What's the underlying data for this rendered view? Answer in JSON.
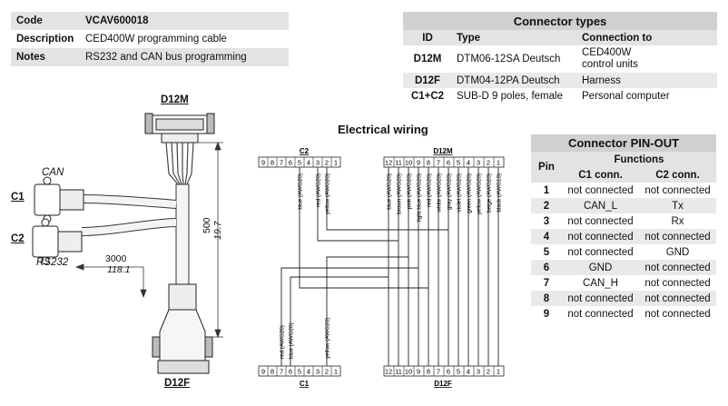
{
  "info": {
    "rows": [
      {
        "key": "Code",
        "value": "VCAV600018"
      },
      {
        "key": "Description",
        "value": "CED400W programming cable"
      },
      {
        "key": "Notes",
        "value": "RS232 and CAN bus programming"
      }
    ]
  },
  "connector_types": {
    "title": "Connector types",
    "headers": [
      "ID",
      "Type",
      "Connection to"
    ],
    "rows": [
      {
        "id": "D12M",
        "type": "DTM06-12SA Deutsch",
        "conn1": "CED400W",
        "conn2": "control units"
      },
      {
        "id": "D12F",
        "type": "DTM04-12PA Deutsch",
        "conn1": "Harness",
        "conn2": ""
      },
      {
        "id": "C1+C2",
        "type": "SUB-D 9 poles, female",
        "conn1": "Personal computer",
        "conn2": ""
      }
    ]
  },
  "drawing": {
    "d12m": "D12M",
    "d12f": "D12F",
    "can": "CAN",
    "c1": "C1",
    "c2": "C2",
    "rs232": "RS232",
    "len_mm": "3000",
    "len_in": "118.1",
    "h_mm": "500",
    "h_in": "19.7"
  },
  "wiring": {
    "title": "Electrical wiring",
    "c2_label": "C2",
    "d12m_label": "D12M",
    "c1_label": "C1",
    "d12f_label": "D12F",
    "c_pins": [
      "9",
      "8",
      "7",
      "6",
      "5",
      "4",
      "3",
      "2",
      "1"
    ],
    "d_pins": [
      "12",
      "11",
      "10",
      "9",
      "8",
      "7",
      "6",
      "5",
      "4",
      "3",
      "2",
      "1"
    ],
    "top_c_wires": [
      "blue (AWG20)",
      "red (AWG20)",
      "yellow (AWG20)"
    ],
    "top_d_wires": [
      "blue (AWG20)",
      "brown (AWG20)",
      "pink (AWG20)",
      "light blue (AWG20)",
      "red (AWG20)",
      "white (AWG20)",
      "gray (AWG20)",
      "violet (AWG20)",
      "green (AWG20)",
      "yellow (AWG20)",
      "beige (AWG20)",
      "black (AWG16)"
    ],
    "bot_c_wires": [
      "red (AWG20)",
      "blue (AWG20)",
      "yellow (AWG20)"
    ]
  },
  "pinout": {
    "title": "Connector PIN-OUT",
    "pin_header": "Pin",
    "functions_header": "Functions",
    "col1": "C1 conn.",
    "col2": "C2 conn.",
    "rows": [
      {
        "pin": "1",
        "c1": "not connected",
        "c2": "not connected"
      },
      {
        "pin": "2",
        "c1": "CAN_L",
        "c2": "Tx"
      },
      {
        "pin": "3",
        "c1": "not connected",
        "c2": "Rx"
      },
      {
        "pin": "4",
        "c1": "not connected",
        "c2": "not connected"
      },
      {
        "pin": "5",
        "c1": "not connected",
        "c2": "GND"
      },
      {
        "pin": "6",
        "c1": "GND",
        "c2": "not connected"
      },
      {
        "pin": "7",
        "c1": "CAN_H",
        "c2": "not connected"
      },
      {
        "pin": "8",
        "c1": "not connected",
        "c2": "not connected"
      },
      {
        "pin": "9",
        "c1": "not connected",
        "c2": "not connected"
      }
    ]
  }
}
